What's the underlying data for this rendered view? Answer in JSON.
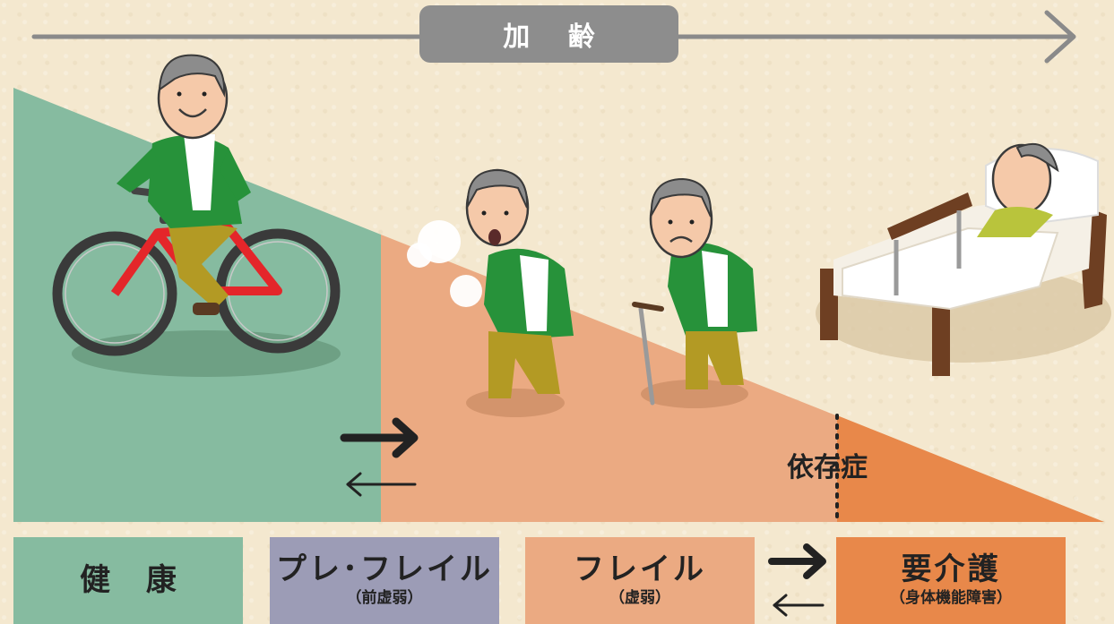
{
  "header": {
    "aging_label": "加 齢"
  },
  "diagram": {
    "dependence_label": "依存症"
  },
  "stages": {
    "health": {
      "title": "健 康"
    },
    "pre_frail": {
      "title": "プレ･フレイル",
      "subtitle": "（前虚弱）"
    },
    "frail": {
      "title": "フレイル",
      "subtitle": "（虚弱）"
    },
    "care": {
      "title": "要介護",
      "subtitle": "（身体機能障害）"
    }
  },
  "colors": {
    "health": "#86bba0",
    "pre_frail": "#9c9cb6",
    "frail": "#ebaa82",
    "care": "#e8884a",
    "jacket": "#27923a",
    "pants": "#b39a24",
    "bike": "#e4262a"
  },
  "icons": [
    "cyclist-illustration",
    "tired-man-illustration",
    "cane-man-illustration",
    "bedridden-man-illustration"
  ]
}
